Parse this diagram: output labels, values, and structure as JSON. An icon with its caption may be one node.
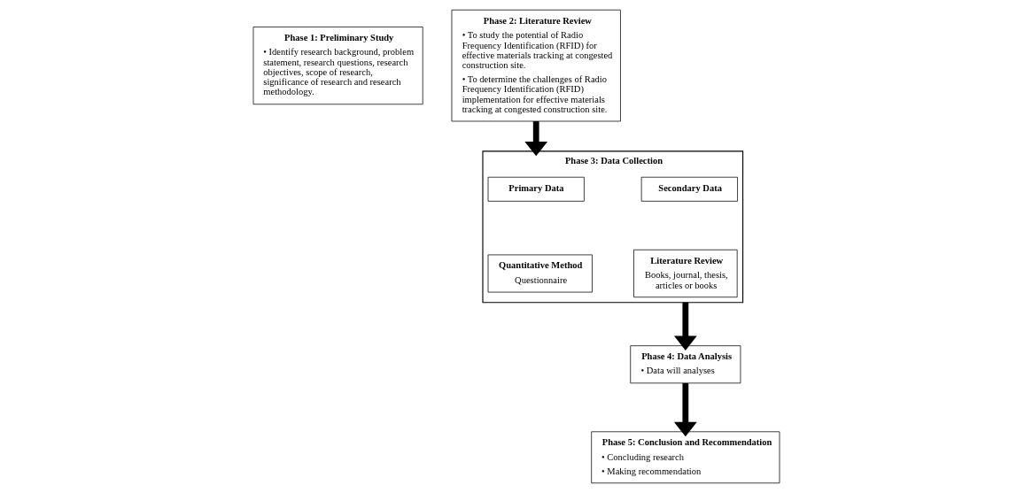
{
  "diagram": {
    "nodes": [
      {
        "text": [
          "Phase 1: Preliminary Study",
          "• Identify research background, problem statement, research questions, research objectives, scope of research, significance of research and research methodology."
        ]
      },
      {
        "text": [
          "Phase 2: Literature Review",
          "• To study the potential of Radio Frequency Identification (RFID) for effective materials tracking at congested construction site.",
          "• To determine the challenges of Radio Frequency Identification (RFID) implementation for effective materials tracking at congested construction site."
        ]
      },
      {
        "text": [
          "Phase 3: Data Collection"
        ]
      },
      {
        "text": [
          "Primary Data"
        ],
        "in": 2
      },
      {
        "text": [
          "Secondary Data"
        ],
        "in": 2
      },
      {
        "text": [
          "Quantitative Method",
          "Questionnaire"
        ],
        "in": 2
      },
      {
        "text": [
          "Literature Review",
          "Books, journal, thesis, articles or books"
        ],
        "in": 2
      },
      {
        "text": [
          "Phase 4: Data Analysis",
          "• Data will analyses"
        ]
      },
      {
        "text": [
          "Phase 5: Conclusion and Recommendation",
          "• Concluding research",
          "• Making recommendation"
        ]
      }
    ],
    "edges": [
      {
        "from": 1,
        "to": 2,
        "arrow": "to"
      },
      {
        "from": 2,
        "to": 7,
        "arrow": "to"
      },
      {
        "from": 7,
        "to": 8,
        "arrow": "to"
      }
    ]
  }
}
